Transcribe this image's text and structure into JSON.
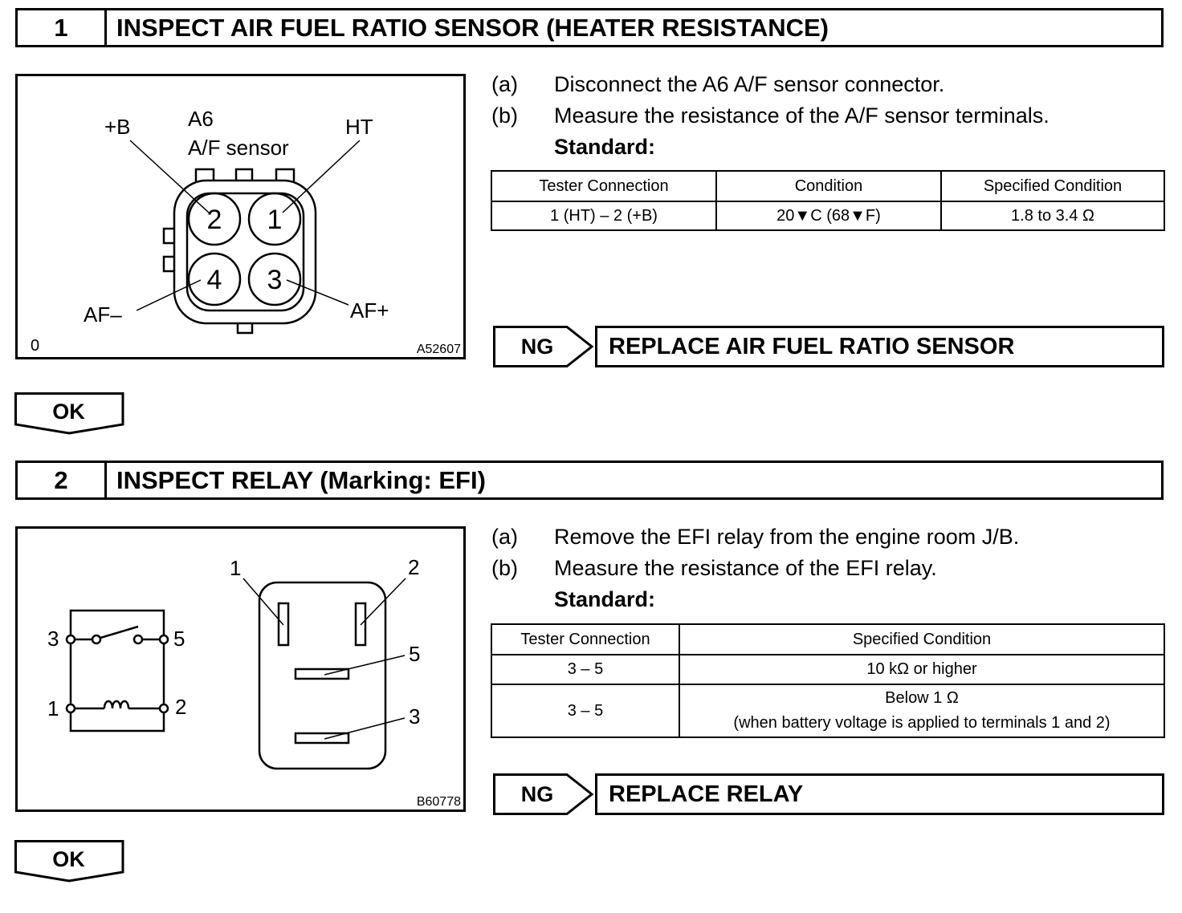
{
  "step1": {
    "number": "1",
    "title": "INSPECT AIR FUEL RATIO SENSOR (HEATER RESISTANCE)",
    "figure": {
      "connector_name": "A6",
      "connector_desc": "A/F sensor",
      "label_plus_b": "+B",
      "label_ht": "HT",
      "label_af_minus": "AF–",
      "label_af_plus": "AF+",
      "pin_2": "2",
      "pin_1": "1",
      "pin_4": "4",
      "pin_3": "3",
      "corner_mark": "0",
      "figure_id": "A52607"
    },
    "steps": [
      {
        "label": "(a)",
        "text": "Disconnect the A6 A/F sensor connector."
      },
      {
        "label": "(b)",
        "text": "Measure the resistance of the A/F sensor terminals."
      }
    ],
    "standard_label": "Standard:",
    "table": {
      "headers": [
        "Tester Connection",
        "Condition",
        "Specified Condition"
      ],
      "rows": [
        [
          "1 (HT) – 2 (+B)",
          "20▼",
          "C (68▼",
          "F)",
          "1.8 to 3.4 Ω"
        ]
      ]
    },
    "ng_label": "NG",
    "ng_action": "REPLACE AIR FUEL RATIO SENSOR",
    "ok_label": "OK"
  },
  "step2": {
    "number": "2",
    "title": "INSPECT RELAY (Marking: EFI)",
    "figure": {
      "sch_3": "3",
      "sch_5": "5",
      "sch_1": "1",
      "sch_2": "2",
      "term_1": "1",
      "term_2": "2",
      "term_5": "5",
      "term_3": "3",
      "figure_id": "B60778"
    },
    "steps": [
      {
        "label": "(a)",
        "text": "Remove the EFI relay from the engine room J/B."
      },
      {
        "label": "(b)",
        "text": "Measure the resistance of the EFI relay."
      }
    ],
    "standard_label": "Standard:",
    "table": {
      "headers": [
        "Tester Connection",
        "Specified Condition"
      ],
      "rows": [
        [
          "3 – 5",
          "10 kΩ or higher"
        ],
        [
          "3 – 5",
          "Below 1 Ω",
          "(when battery voltage is applied to terminals 1 and 2)"
        ]
      ]
    },
    "ng_label": "NG",
    "ng_action": "REPLACE RELAY",
    "ok_label": "OK"
  }
}
